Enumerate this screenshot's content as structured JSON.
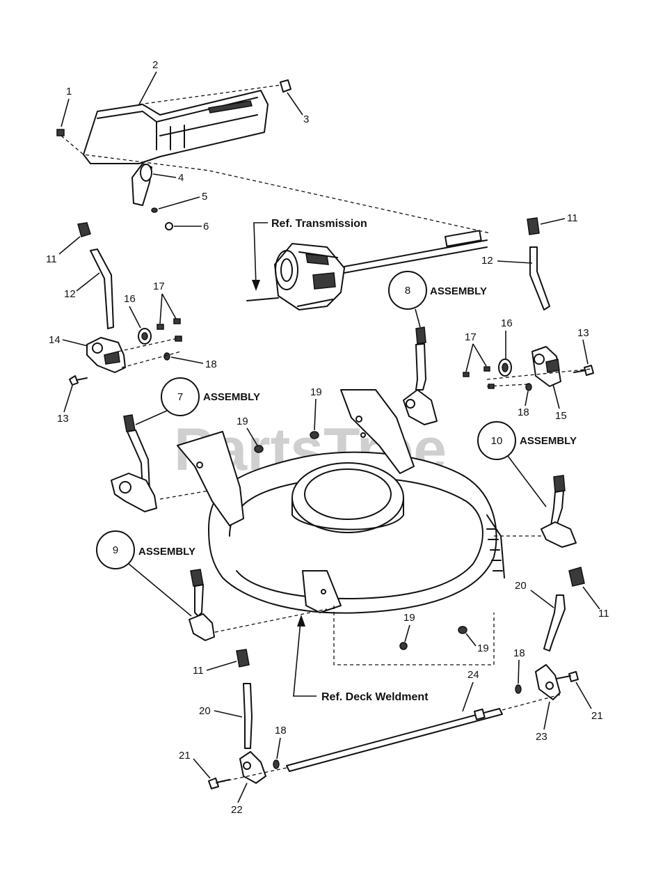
{
  "watermark": "PartsTree",
  "references": {
    "transmission": "Ref. Transmission",
    "deck_weldment": "Ref. Deck Weldment"
  },
  "assemblies": [
    {
      "number": "7",
      "label": "ASSEMBLY"
    },
    {
      "number": "8",
      "label": "ASSEMBLY"
    },
    {
      "number": "9",
      "label": "ASSEMBLY"
    },
    {
      "number": "10",
      "label": "ASSEMBLY"
    }
  ],
  "callouts": [
    "1",
    "2",
    "3",
    "4",
    "5",
    "6",
    "11",
    "12",
    "16",
    "17",
    "14",
    "18",
    "13",
    "11",
    "12",
    "16",
    "17",
    "13",
    "18",
    "15",
    "19",
    "19",
    "19",
    "19",
    "20",
    "11",
    "18",
    "24",
    "11",
    "20",
    "18",
    "21",
    "21",
    "22",
    "23"
  ],
  "colors": {
    "line": "#111111",
    "watermark": "#cfcfcf",
    "background": "#ffffff"
  }
}
